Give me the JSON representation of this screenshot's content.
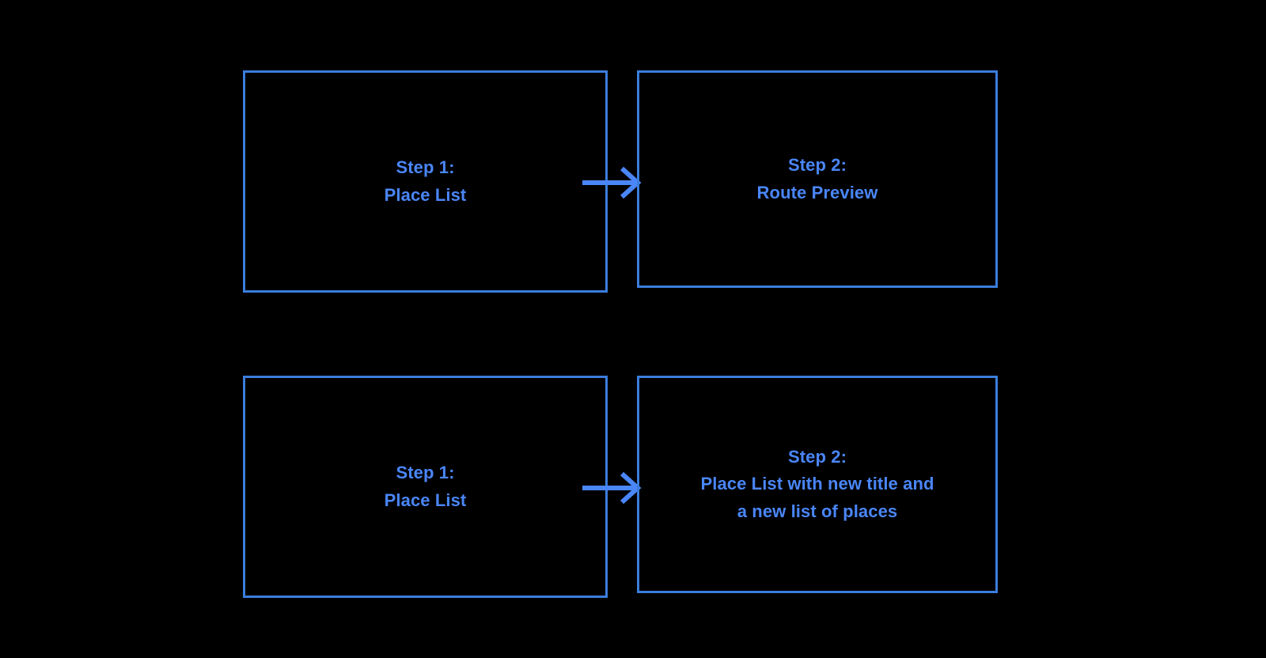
{
  "diagram": {
    "background_color": "#000000",
    "box_border_color": "#3b7ddd",
    "text_color": "#4a86f7",
    "arrow_color": "#4a86f7",
    "rows": [
      {
        "id": "row-route-preview",
        "boxes": [
          {
            "id": "step-1-place-list",
            "label": "Step 1:\nPlace List"
          },
          {
            "id": "step-2-route-preview",
            "label": "Step 2:\nRoute Preview"
          }
        ],
        "connector": {
          "id": "arrow-row-1",
          "direction": "right"
        }
      },
      {
        "id": "row-new-place-list",
        "boxes": [
          {
            "id": "step-1-place-list-2",
            "label": "Step 1:\nPlace List"
          },
          {
            "id": "step-2-new-place-list",
            "label": "Step 2:\nPlace List with new title and\na new list of places"
          }
        ],
        "connector": {
          "id": "arrow-row-2",
          "direction": "right"
        }
      }
    ]
  }
}
